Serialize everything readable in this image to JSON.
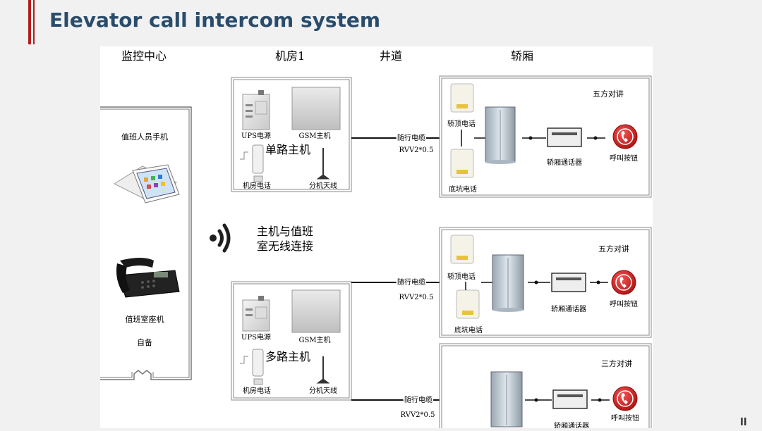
{
  "title": "Elevator call intercom system",
  "columns": {
    "monitor": "监控中心",
    "machine_room": "机房1",
    "shaft": "井道",
    "car": "轿厢"
  },
  "monitor_center": {
    "duty_phone": "值班人员手机",
    "duty_room_phone": "值班室座机",
    "optional": "自备"
  },
  "wireless": {
    "line1": "主机与值班",
    "line2": "室无线连接"
  },
  "systems": [
    {
      "host_label": "单路主机",
      "ups": "UPS电源",
      "gsm": "GSM主机",
      "room_phone": "机房电话",
      "antenna": "分机天线",
      "cable": "随行电缆",
      "cable_spec": "RVV2*0.5",
      "mode": "五方对讲",
      "top_phone": "轿顶电话",
      "pit_phone": "底坑电话",
      "car_comm": "轿厢通话器",
      "call_button": "呼叫按钮"
    },
    {
      "host_label": "多路主机",
      "ups": "UPS电源",
      "gsm": "GSM主机",
      "room_phone": "机房电话",
      "antenna": "分机天线",
      "cable": "随行电缆",
      "cable_spec": "RVV2*0.5",
      "mode": "五方对讲",
      "top_phone": "轿顶电话",
      "pit_phone": "底坑电话",
      "car_comm": "轿厢通话器",
      "call_button": "呼叫按钮"
    },
    {
      "cable": "随行电缆",
      "cable_spec": "RVV2*0.5",
      "mode": "三方对讲",
      "car_comm": "轿厢通话器",
      "call_button": "呼叫按钮"
    }
  ],
  "colors": {
    "accent": "#b41e1e",
    "title": "#2a4c6b",
    "call_button": "#d42020",
    "wifi": "#222222"
  },
  "icons": [
    "wifi-signal-icon",
    "phone-button-icon",
    "mobile-phone-icon",
    "desk-phone-icon",
    "elevator-car-icon",
    "antenna-icon"
  ]
}
